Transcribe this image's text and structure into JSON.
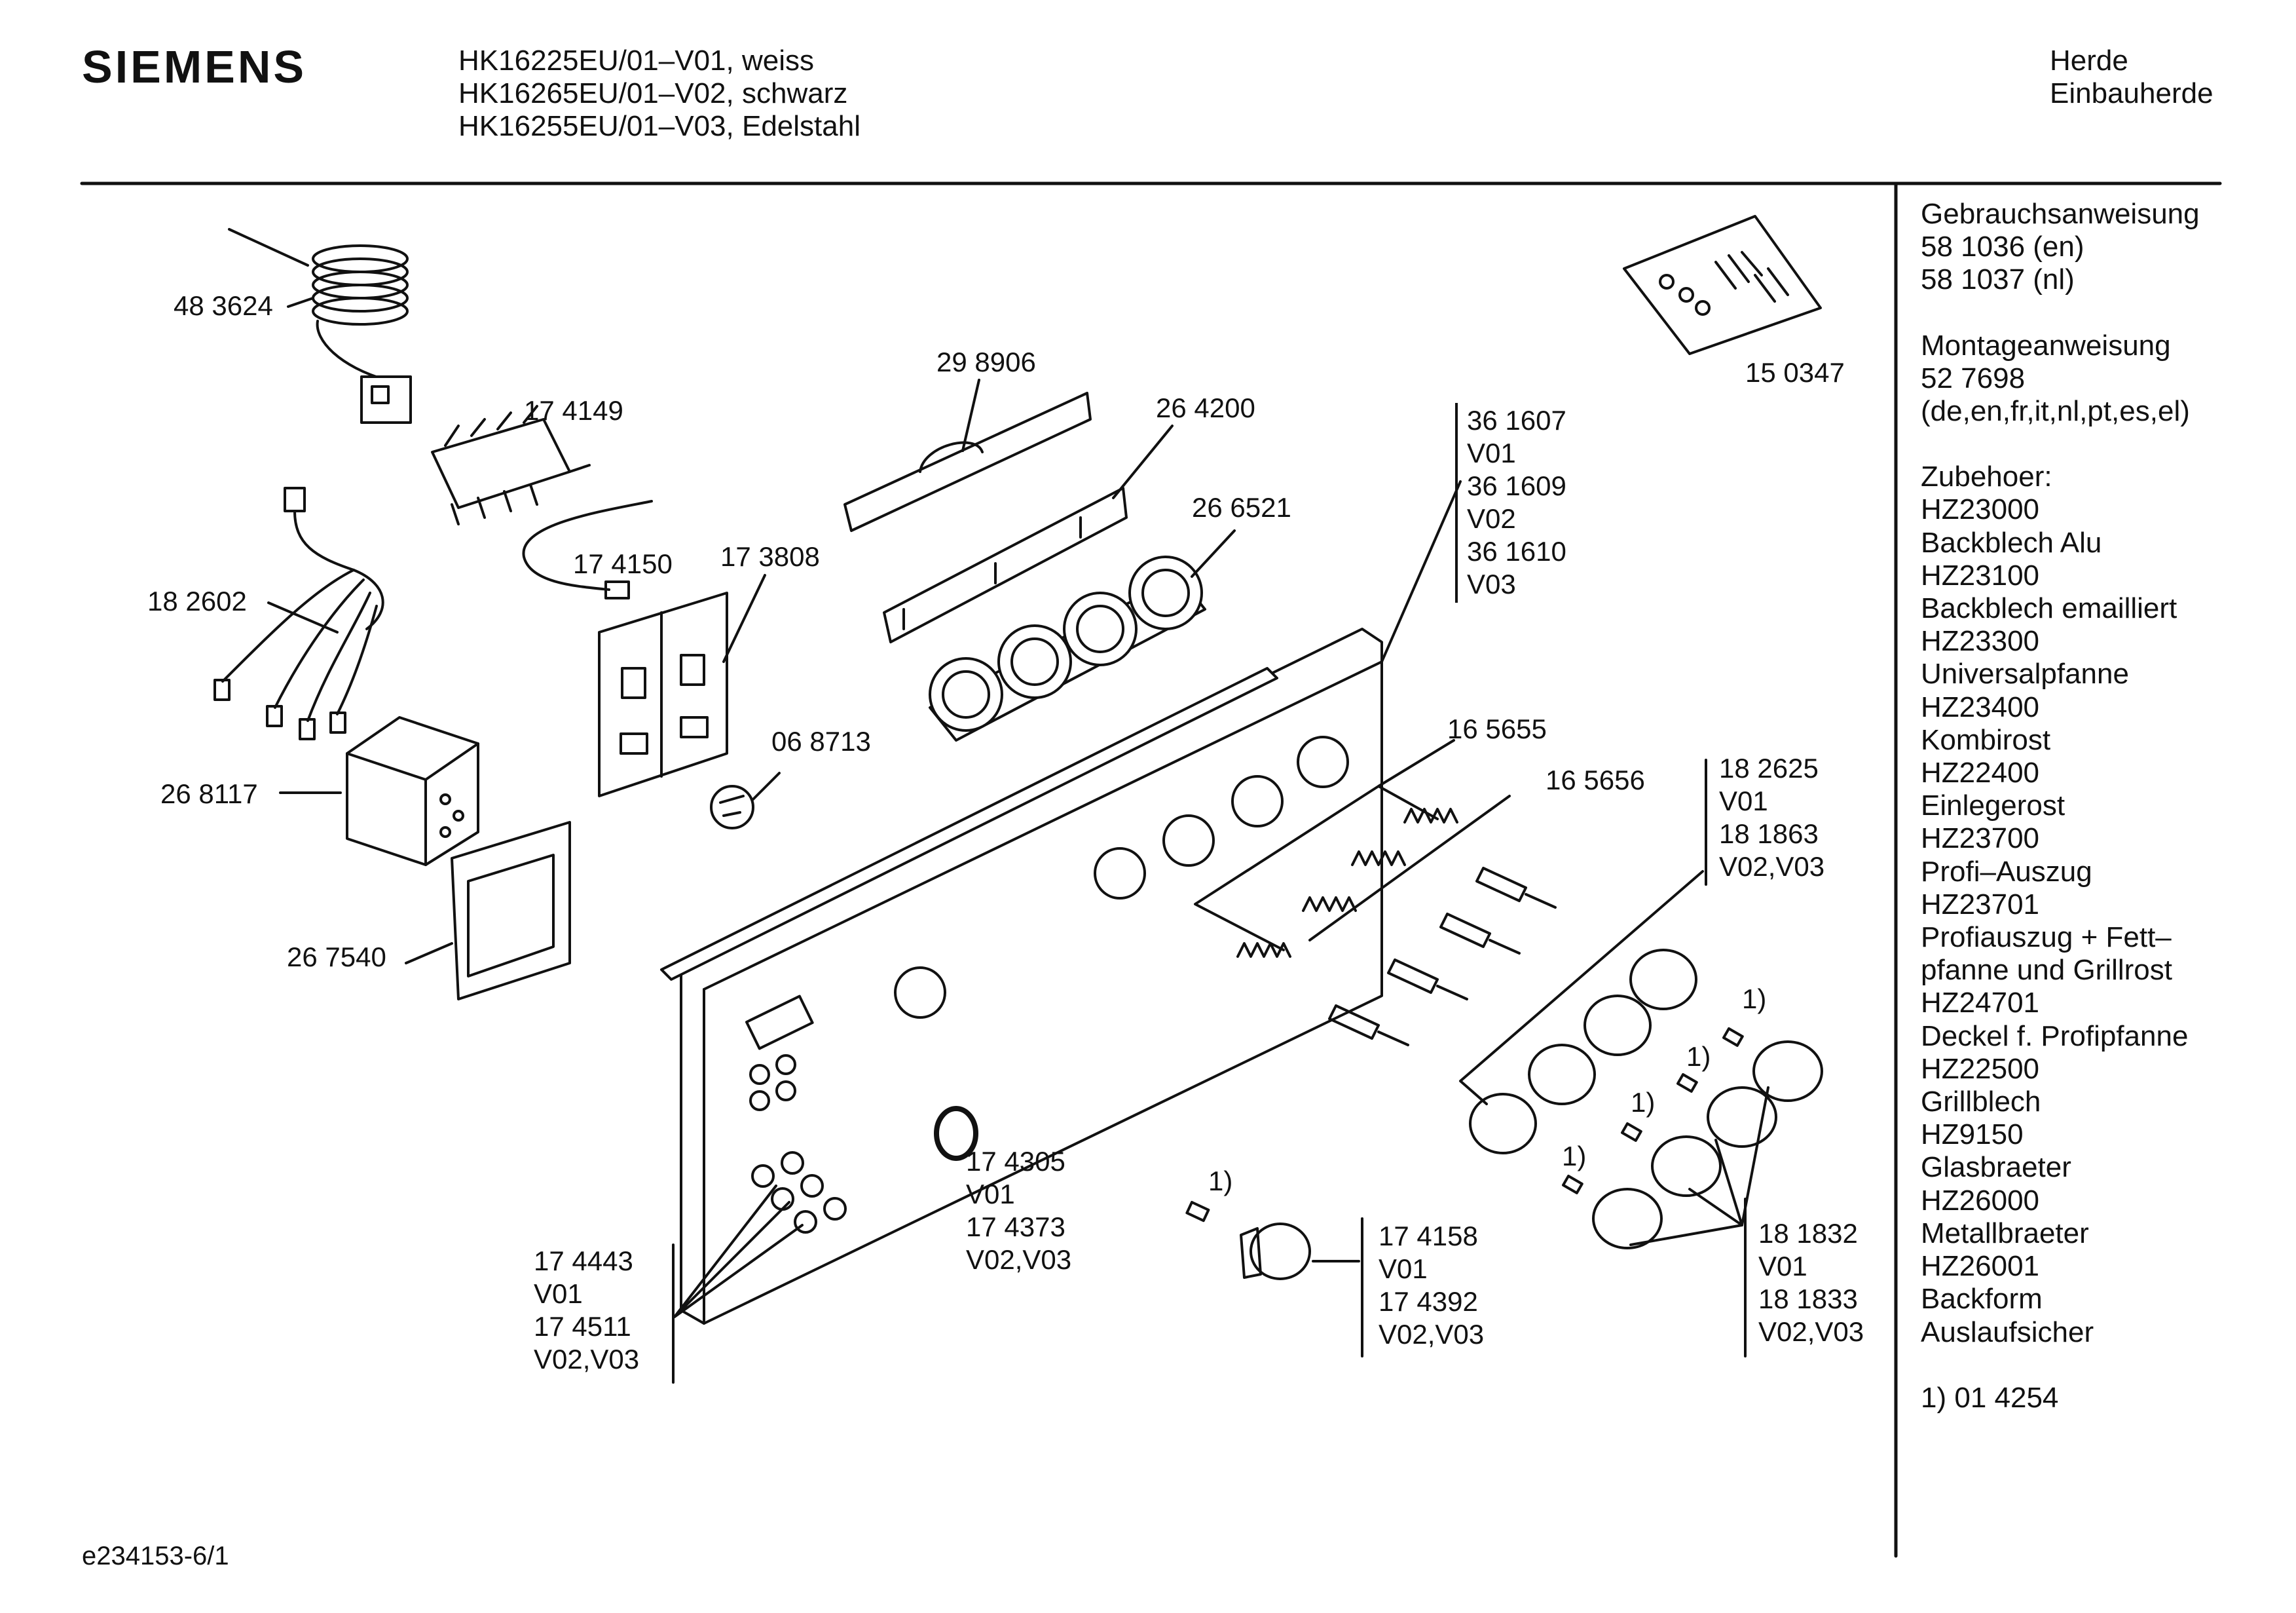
{
  "header": {
    "brand": "SIEMENS",
    "models": [
      "HK16225EU/01–V01, weiss",
      "HK16265EU/01–V02, schwarz",
      "HK16255EU/01–V03, Edelstahl"
    ],
    "category": [
      "Herde",
      "Einbauherde"
    ]
  },
  "parts": {
    "p483624": "48 3624",
    "p174149": "17 4149",
    "p182602": "18 2602",
    "p174150": "17 4150",
    "p173808": "17 3808",
    "p268117": "26 8117",
    "p068713": "06 8713",
    "p267540": "26 7540",
    "p298906": "29 8906",
    "p264200": "26 4200",
    "p266521": "26 6521",
    "p150347": "15 0347",
    "p361607": [
      "36 1607",
      "V01",
      "36 1609",
      "V02",
      "36 1610",
      "V03"
    ],
    "p165655": "16 5655",
    "p165656": "16 5656",
    "p182625": [
      "18 2625",
      "V01",
      "18 1863",
      "V02,V03"
    ],
    "p174305": [
      "17 4305",
      "V01",
      "17 4373",
      "V02,V03"
    ],
    "p174443": [
      "17 4443",
      "V01",
      "17 4511",
      "V02,V03"
    ],
    "p174158": [
      "17 4158",
      "V01",
      "17 4392",
      "V02,V03"
    ],
    "p181832": [
      "18 1832",
      "V01",
      "18 1833",
      "V02,V03"
    ],
    "note": "1)"
  },
  "sidebar": {
    "manual_title": "Gebrauchsanweisung",
    "manual_1": "58 1036 (en)",
    "manual_2": "58 1037 (nl)",
    "mount_title": "Montageanweisung",
    "mount_1": "52 7698",
    "mount_2": "(de,en,fr,it,nl,pt,es,el)",
    "acc_title": "Zubehoer:",
    "accessories": [
      "HZ23000",
      "Backblech Alu",
      "HZ23100",
      "Backblech emailliert",
      "HZ23300",
      "Universalpfanne",
      "HZ23400",
      "Kombirost",
      "HZ22400",
      "Einlegerost",
      "HZ23700",
      "Profi–Auszug",
      "HZ23701",
      "Profiauszug + Fett–",
      "pfanne und Grillrost",
      "HZ24701",
      "Deckel f. Profipfanne",
      "HZ22500",
      "Grillblech",
      "HZ9150",
      "Glasbraeter",
      "HZ26000",
      "Metallbraeter",
      "HZ26001",
      "Backform",
      "Auslaufsicher"
    ],
    "footnote": "1) 01 4254"
  },
  "footer": {
    "code": "e234153-6/1"
  }
}
